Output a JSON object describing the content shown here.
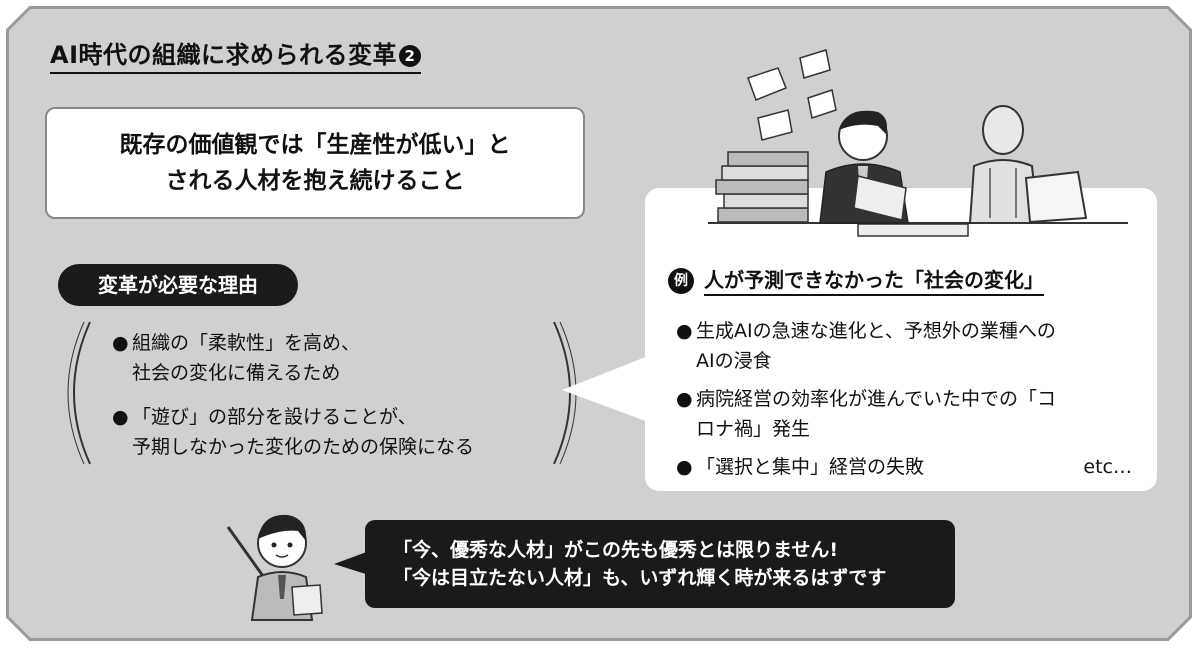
{
  "title": {
    "text": "AI時代の組織に求められる変革",
    "number": "2"
  },
  "main_statement": {
    "lines": [
      "既存の価値観では「生産性が低い」と",
      "される人材を抱え続けること"
    ]
  },
  "reasons": {
    "label": "変革が必要な理由",
    "items": [
      {
        "lines": [
          "組織の「柔軟性」を高め、",
          "社会の変化に備えるため"
        ]
      },
      {
        "lines": [
          "「遊び」の部分を設けることが、",
          "予期しなかった変化のための保険になる"
        ]
      }
    ]
  },
  "example": {
    "badge": "例",
    "title": "人が予測できなかった「社会の変化」",
    "items": [
      {
        "lines": [
          "生成AIの急速な進化と、予想外の業種への",
          "AIの浸食"
        ]
      },
      {
        "lines": [
          "病院経営の効率化が進んでいた中での「コ",
          "ロナ禍」発生"
        ]
      },
      {
        "lines": [
          "「選択と集中」経営の失敗"
        ]
      }
    ],
    "etc": "etc…"
  },
  "speech": {
    "lines": [
      "「今、優秀な人材」がこの先も優秀とは限りません!",
      "「今は目立たない人材」も、いずれ輝く時が来るはずです"
    ]
  },
  "bullet": "●",
  "colors": {
    "panel": "#d0d0d0",
    "dark": "#1a1a1a",
    "white": "#ffffff"
  }
}
